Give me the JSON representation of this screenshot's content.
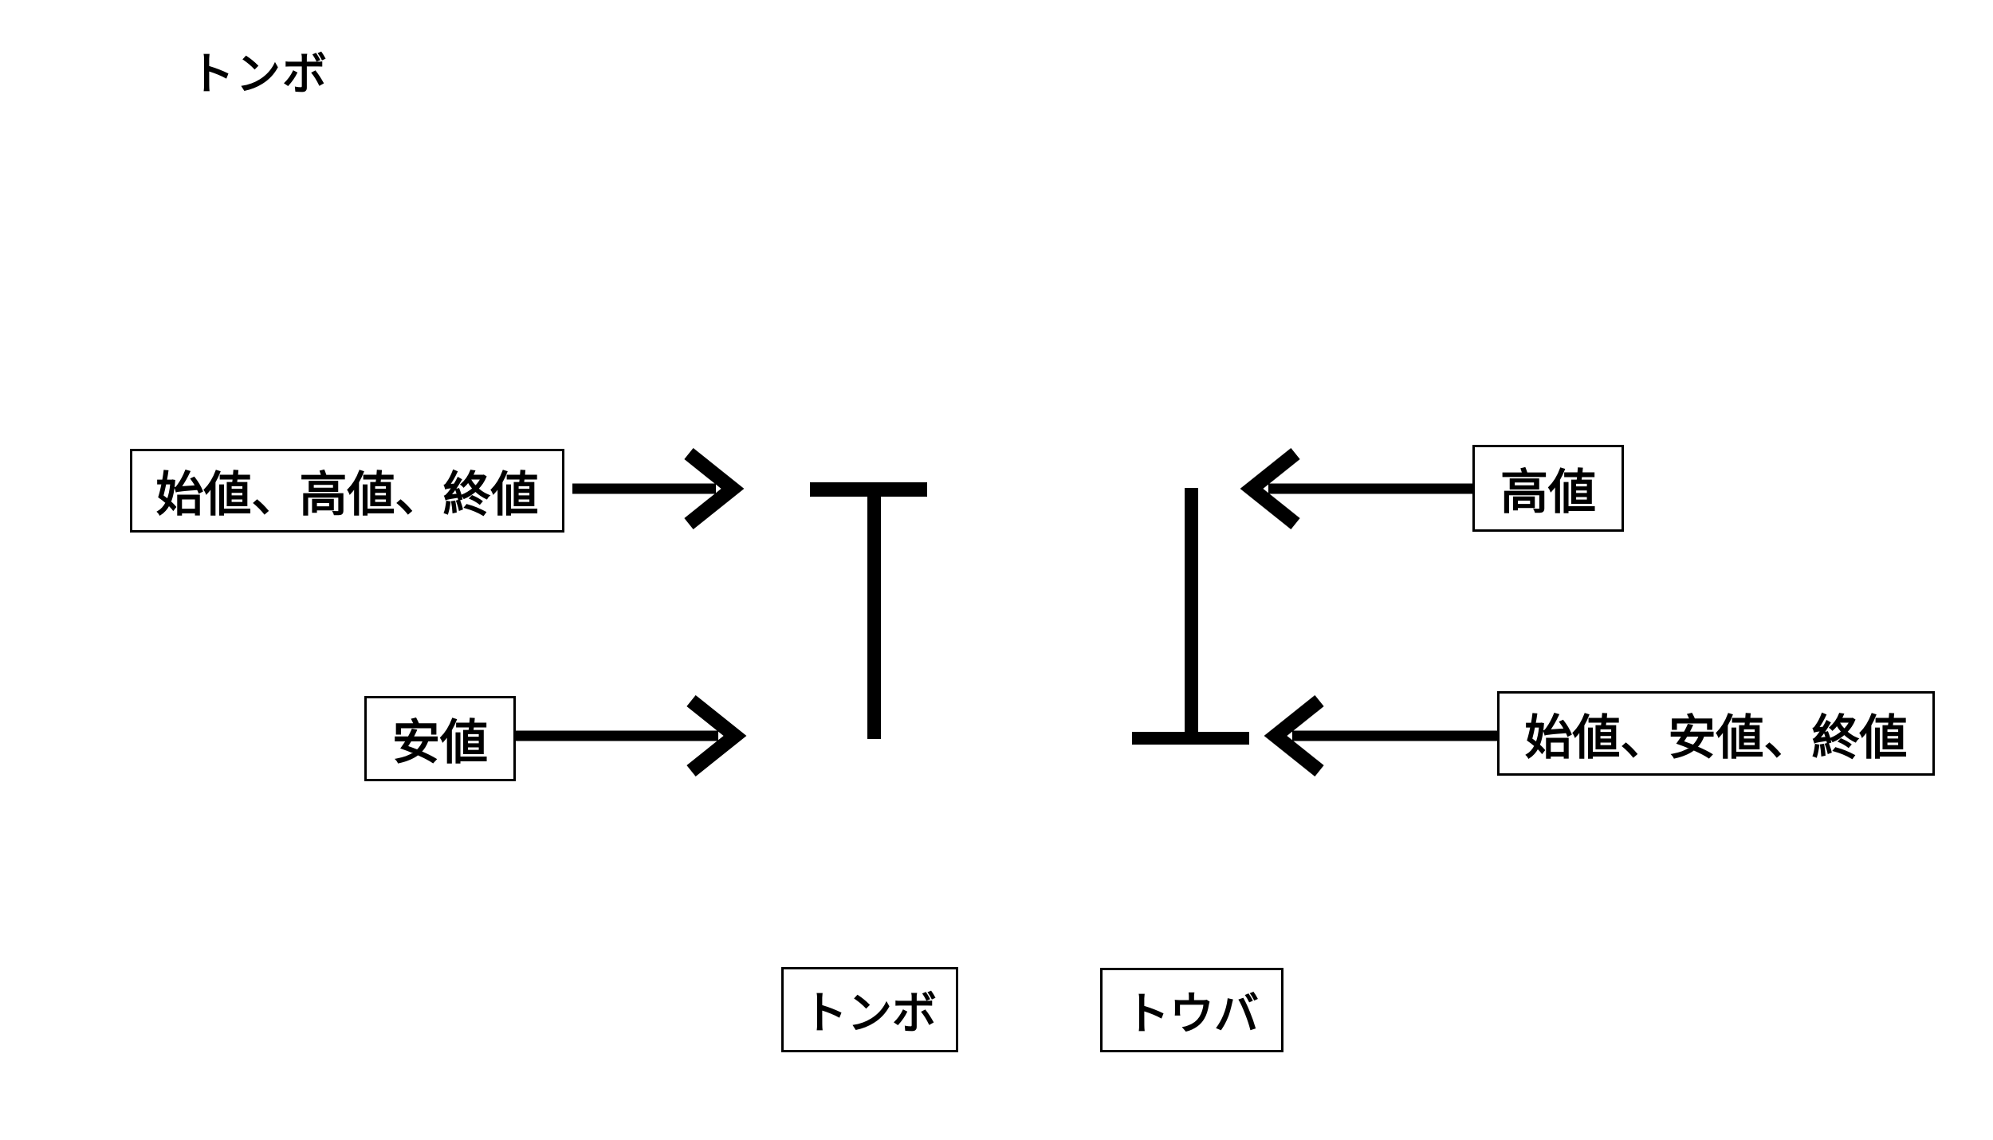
{
  "page": {
    "background_color": "#ffffff",
    "ink_color": "#000000"
  },
  "title": "トンボ",
  "annotations": {
    "left_top": "始値、高値、終値",
    "left_bottom": "安値",
    "right_top": "高値",
    "right_bottom": "始値、安値、終値"
  },
  "captions": {
    "tonbo": "トンボ",
    "touba": "トウバ"
  }
}
